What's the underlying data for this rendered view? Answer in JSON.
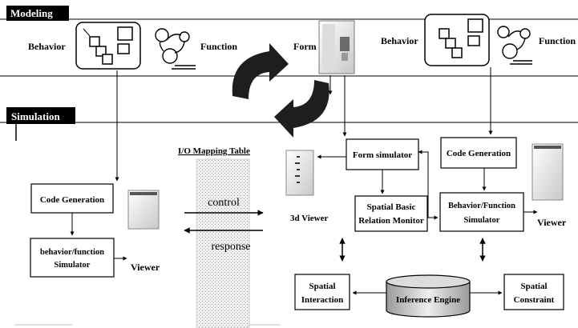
{
  "sections": {
    "modeling": "Modeling",
    "simulation": "Simulation"
  },
  "modeling_row": {
    "behavior_left": "Behavior",
    "function_left": "Function",
    "form": "Form",
    "behavior_right": "Behavior",
    "function_right": "Function"
  },
  "left_column": {
    "code_generation": "Code Generation",
    "simulator_line1": "behavior/function",
    "simulator_line2": "Simulator",
    "viewer": "Viewer"
  },
  "io_table": {
    "title": "I/O Mapping Table",
    "control": "control",
    "response": "response"
  },
  "form_sim": {
    "form_simulator": "Form simulator",
    "viewer_3d": "3d Viewer",
    "spatial_basic_line1": "Spatial Basic",
    "spatial_basic_line2": "Relation Monitor"
  },
  "right_column": {
    "code_generation": "Code Generation",
    "simulator_line1": "Behavior/Function",
    "simulator_line2": "Simulator",
    "viewer": "Viewer"
  },
  "bottom": {
    "spatial_interaction_line1": "Spatial",
    "spatial_interaction_line2": "Interaction",
    "inference_engine": "Inference Engine",
    "spatial_constraint_line1": "Spatial",
    "spatial_constraint_line2": "Constraint"
  }
}
